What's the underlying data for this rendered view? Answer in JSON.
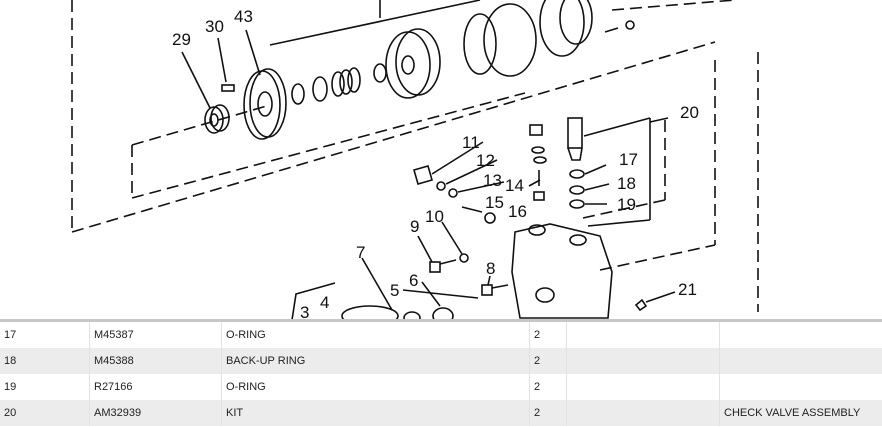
{
  "diagram": {
    "callouts": [
      "29",
      "30",
      "43",
      "11",
      "12",
      "13",
      "14",
      "15",
      "16",
      "9",
      "10",
      "7",
      "8",
      "5",
      "6",
      "4",
      "3",
      "17",
      "18",
      "19",
      "20",
      "21"
    ]
  },
  "parts_table": {
    "rows": [
      {
        "ref": "17",
        "part_no": "M45387",
        "description": "O-RING",
        "qty": "2",
        "note": ""
      },
      {
        "ref": "18",
        "part_no": "M45388",
        "description": "BACK-UP RING",
        "qty": "2",
        "note": ""
      },
      {
        "ref": "19",
        "part_no": "R27166",
        "description": "O-RING",
        "qty": "2",
        "note": ""
      },
      {
        "ref": "20",
        "part_no": "AM32939",
        "description": "KIT",
        "qty": "2",
        "note": "CHECK VALVE ASSEMBLY"
      }
    ]
  }
}
